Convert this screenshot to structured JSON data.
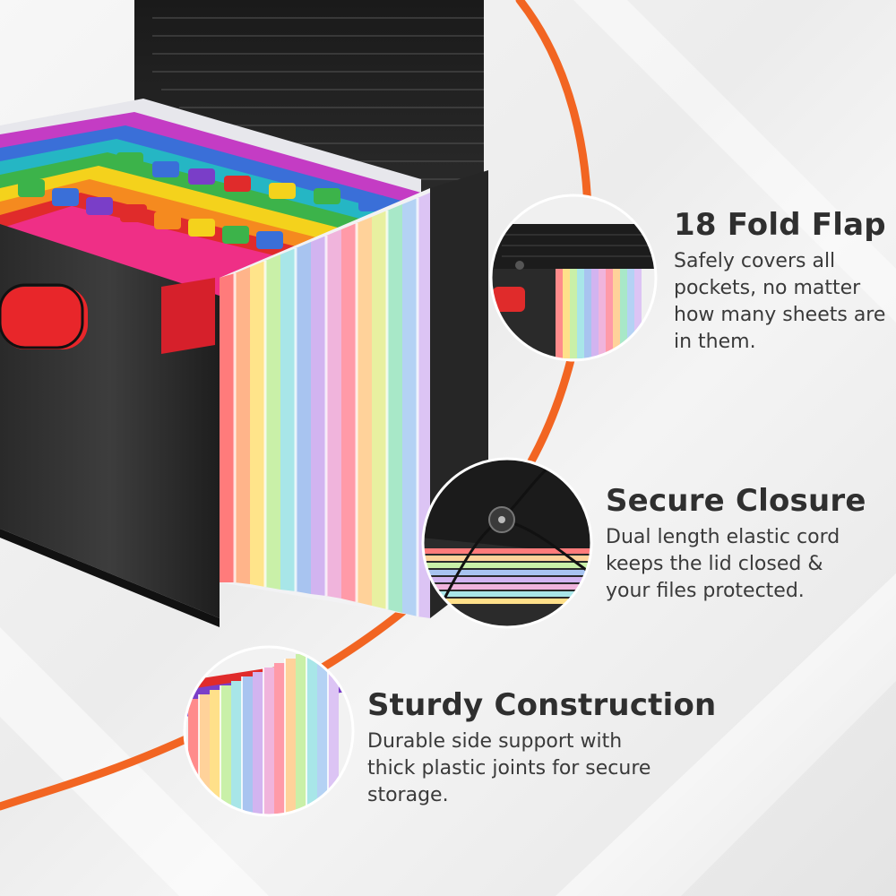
{
  "accent_color": "#f26522",
  "features": [
    {
      "title": "18 Fold Flap",
      "lines": [
        "Safely covers all",
        "pockets, no matter",
        "how many sheets are",
        "in them."
      ]
    },
    {
      "title": "Secure Closure",
      "lines": [
        "Dual length elastic cord",
        "keeps the lid closed &",
        "your files protected."
      ]
    },
    {
      "title": "Sturdy Construction",
      "lines": [
        "Durable side support with",
        "thick plastic joints for secure",
        "storage."
      ]
    }
  ]
}
